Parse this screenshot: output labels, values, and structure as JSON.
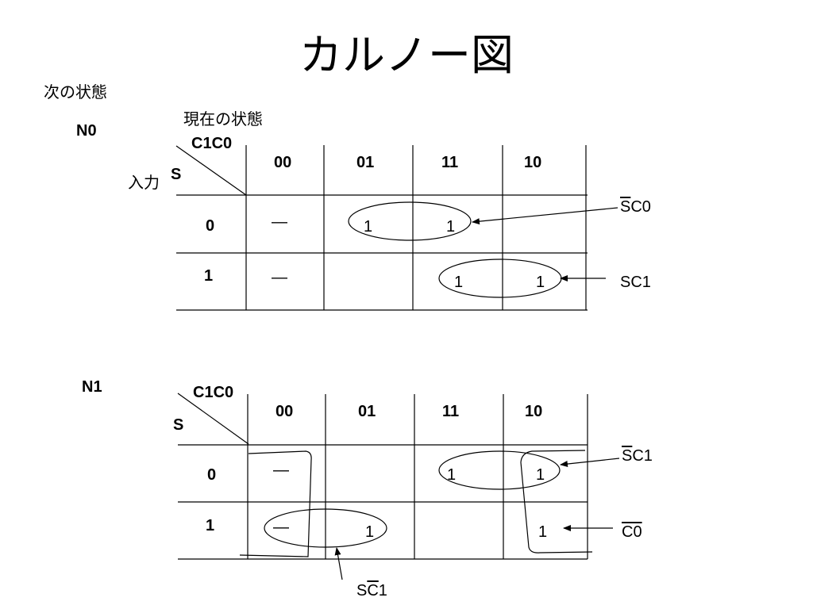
{
  "title": "カルノー図",
  "next_state_label": "次の状態",
  "current_state_label": "現在の状態",
  "input_label": "入力",
  "maps": [
    {
      "name": "N0",
      "col_var": "C1C0",
      "row_var": "S",
      "columns": [
        "00",
        "01",
        "11",
        "10"
      ],
      "rows": [
        "0",
        "1"
      ],
      "cells": [
        [
          "—",
          "1",
          "1",
          ""
        ],
        [
          "—",
          "",
          "1",
          "1"
        ]
      ]
    },
    {
      "name": "N1",
      "col_var": "C1C0",
      "row_var": "S",
      "columns": [
        "00",
        "01",
        "11",
        "10"
      ],
      "rows": [
        "0",
        "1"
      ],
      "cells": [
        [
          "—",
          "",
          "1",
          "1"
        ],
        [
          "—",
          "1",
          "",
          "1"
        ]
      ]
    }
  ],
  "annotations": {
    "n0_s0": {
      "prefix": "",
      "bar": "S",
      "rest": "C0"
    },
    "n0_s1": {
      "prefix": "",
      "bar": "",
      "rest": "SC1"
    },
    "n1_s0": {
      "prefix": "",
      "bar": "S",
      "rest": "C1"
    },
    "n1_c0": {
      "prefix": "",
      "bar": "C0",
      "rest": ""
    },
    "n1_sc1": {
      "prefix": "S",
      "bar": "C",
      "rest": "1"
    }
  }
}
